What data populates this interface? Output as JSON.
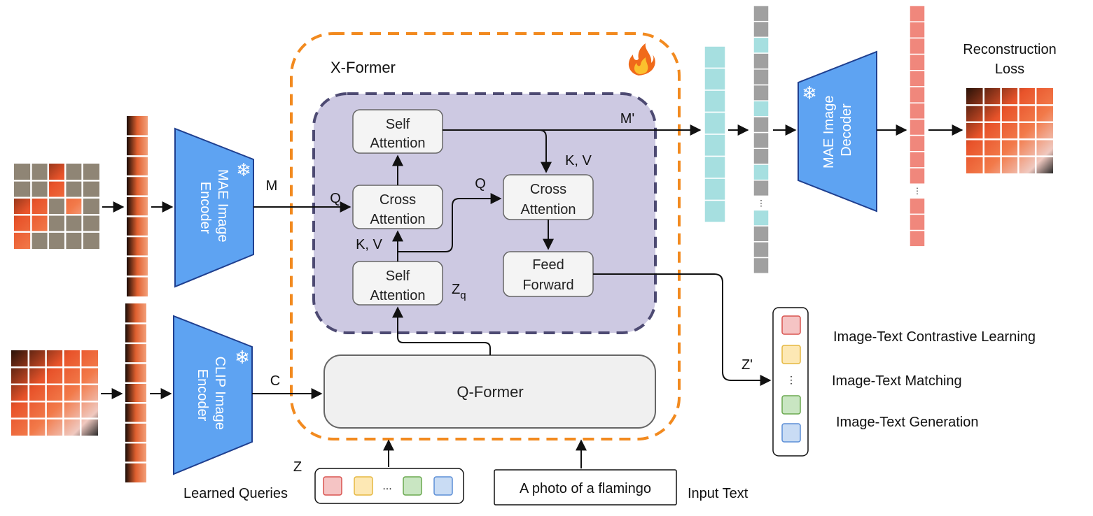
{
  "xformer": {
    "title": "X-Former"
  },
  "blocks": {
    "self_attention_top": [
      "Self",
      "Attention"
    ],
    "cross_attention_left": [
      "Cross",
      "Attention"
    ],
    "self_attention_bottom": [
      "Self",
      "Attention"
    ],
    "cross_attention_right": [
      "Cross",
      "Attention"
    ],
    "feed_forward": [
      "Feed",
      "Forward"
    ],
    "qformer": "Q-Former"
  },
  "encoders": {
    "mae": [
      "MAE Image",
      "Encoder"
    ],
    "clip": [
      "CLIP Image",
      "Encoder"
    ],
    "mae_decoder": [
      "MAE Image",
      "Decoder"
    ]
  },
  "labels": {
    "m": "M",
    "c": "C",
    "m_prime": "M'",
    "z_prime": "Z'",
    "q_left": "Q",
    "q_right": "Q",
    "kv_left": "K, V",
    "kv_right": "K, V",
    "zq_main": "Z",
    "zq_sub": "q",
    "z": "Z",
    "learned_queries": "Learned Queries",
    "input_text": "Input Text",
    "text_box": "A photo of a flamingo",
    "reconstruction_loss": [
      "Reconstruction",
      "Loss"
    ],
    "ellipsis": "..."
  },
  "objectives": [
    "Image-Text Contrastive Learning",
    "Image-Text Matching",
    "Image-Text Generation"
  ],
  "colors": {
    "orange_dash": "#f28a1f",
    "purple_fill": "#cdc9e2",
    "purple_dash": "#4d4a72",
    "encoder_blue": "#5ea3f2",
    "teal": "#a6dfe0",
    "gray": "#a0a0a0",
    "salmon": "#f0877c",
    "query_red": "#f5c4c4",
    "query_yellow": "#fde8b4",
    "query_green": "#c9e6c2",
    "query_blue": "#c9dcf4"
  },
  "icons": {
    "snowflake": "snowflake-icon",
    "fire": "fire-icon"
  }
}
